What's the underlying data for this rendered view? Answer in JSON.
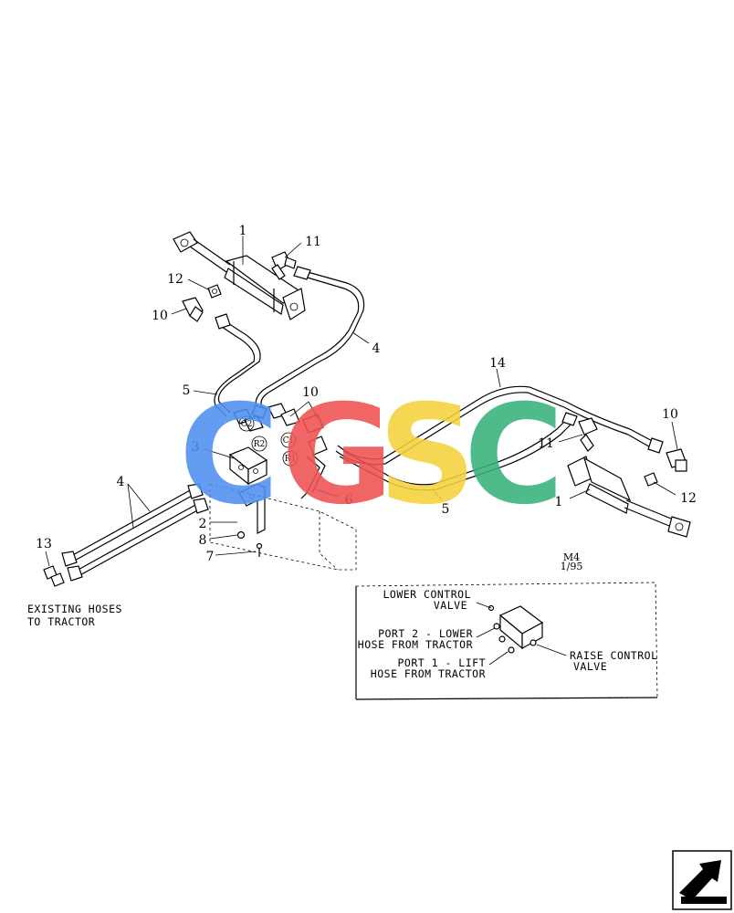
{
  "callouts": {
    "c1_top": "1",
    "c11_top": "11",
    "c12_top": "12",
    "c10_top": "10",
    "c4_upper": "4",
    "c5_left": "5",
    "c10_mid": "10",
    "c14": "14",
    "c10_right": "10",
    "c11_right": "11",
    "c3": "3",
    "c6": "6",
    "c5_right": "5",
    "c1_right": "1",
    "c12_right": "12",
    "c4_left": "4",
    "c2": "2",
    "c8": "8",
    "c7": "7",
    "c13": "13"
  },
  "ports": {
    "c2": "C2",
    "r2": "R2",
    "c1": "C1",
    "r1": "R1"
  },
  "notes": {
    "existing_line1": "EXISTING HOSES",
    "existing_line2": "TO TRACTOR",
    "drawing_ref_line1": "M4",
    "drawing_ref_line2": "1/95"
  },
  "inset": {
    "lower_control_line1": "LOWER CONTROL",
    "lower_control_line2": "VALVE",
    "port2_line1": "PORT 2 - LOWER",
    "port2_line2": "HOSE FROM TRACTOR",
    "port1_line1": "PORT 1 - LIFT",
    "port1_line2": "HOSE FROM TRACTOR",
    "raise_control_line1": "RAISE CONTROL",
    "raise_control_line2": "VALVE"
  },
  "watermark": {
    "letters": [
      "C",
      "G",
      "S",
      "C"
    ],
    "colors": [
      "#4f8ff0",
      "#ee5252",
      "#f5d23c",
      "#37b27a"
    ]
  }
}
